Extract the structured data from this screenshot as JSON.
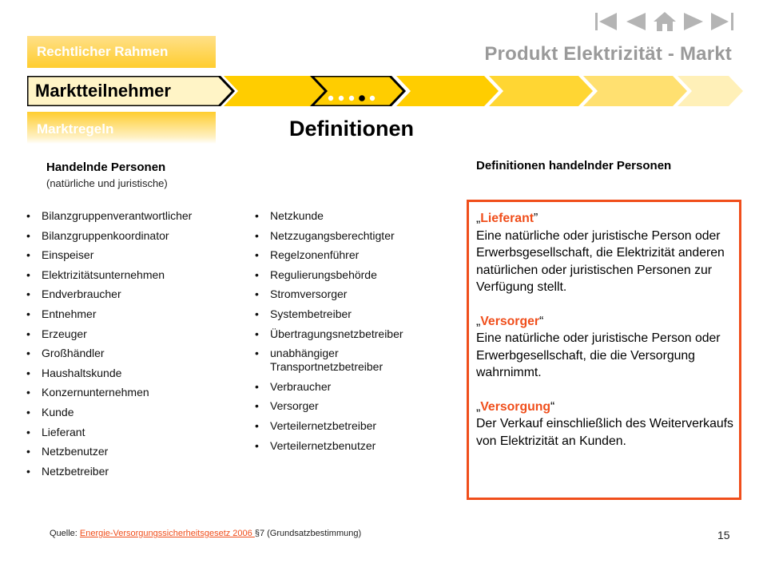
{
  "brand_title": "Produkt Elektrizität - Markt",
  "nav": {
    "first_icon": "first-page-icon",
    "prev_icon": "previous-page-icon",
    "home_icon": "home-icon",
    "next_icon": "next-page-icon",
    "last_icon": "last-page-icon"
  },
  "tabs": {
    "top": "Rechtlicher Rahmen",
    "active": "Marktteilnehmer",
    "bottom": "Marktregeln"
  },
  "progress_dots": "•••••",
  "heading": "Definitionen",
  "left_column": {
    "title": "Handelnde Personen",
    "subtitle": "(natürliche und juristische)"
  },
  "list_left": [
    "Bilanzgruppenverantwortlicher",
    "Bilanzgruppenkoordinator",
    "Einspeiser",
    "Elektrizitätsunternehmen",
    "Endverbraucher",
    "Entnehmer",
    "Erzeuger",
    "Großhändler",
    "Haushaltskunde",
    "Konzernunternehmen",
    "Kunde",
    "Lieferant",
    "Netzbenutzer",
    "Netzbetreiber"
  ],
  "list_right": [
    "Netzkunde",
    "Netzzugangsberechtigter",
    "Regelzonenführer",
    "Regulierungsbehörde",
    "Stromversorger",
    "Systembetreiber",
    "Übertragungsnetzbetreiber",
    "unabhängiger Transportnetzbetreiber",
    "Verbraucher",
    "Versorger",
    "Verteilernetzbetreiber",
    "Verteilernetzbenutzer"
  ],
  "definitions_title": "Definitionen handelnder Personen",
  "definitions": [
    {
      "open_quote": "„",
      "term": "Lieferant",
      "close_quote": "”",
      "text": "Eine natürliche oder juristische Person oder Erwerbsgesellschaft, die Elektrizität anderen natürlichen oder juristischen Personen zur Verfügung stellt."
    },
    {
      "open_quote": "„",
      "term": "Versorger",
      "close_quote": "“",
      "text": "Eine natürliche oder juristische Person oder Erwerbgesellschaft, die die Versorgung wahrnimmt."
    },
    {
      "open_quote": "„",
      "term": "Versorgung",
      "close_quote": "“",
      "text": "Der Verkauf einschließlich des Weiterverkaufs von Elektrizität an Kunden."
    }
  ],
  "footer": {
    "prefix": "Quelle: ",
    "link_text": "Energie-Versorgungssicherheitsgesetz 2006 ",
    "suffix": "§7 (Grundsatzbestimmung)"
  },
  "page_number": "15",
  "colors": {
    "accent_yellow": "#ffcd00",
    "accent_orange": "#f04e1b",
    "brand_gray": "#9a9a9a"
  }
}
